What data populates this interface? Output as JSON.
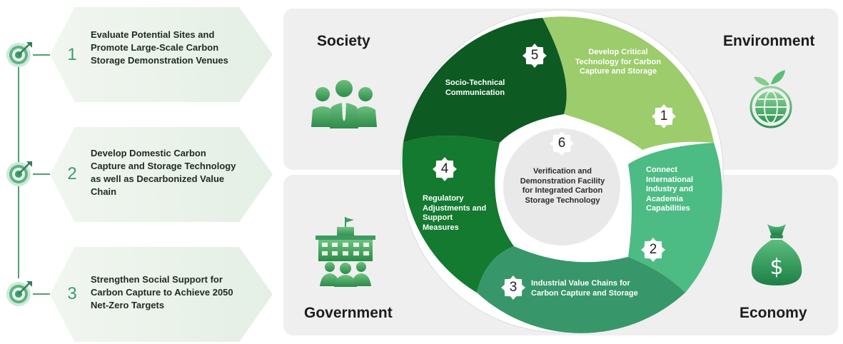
{
  "goals": [
    {
      "number": "1",
      "text": "Evaluate Potential Sites and Promote Large-Scale Carbon Storage Demonstration Venues"
    },
    {
      "number": "2",
      "text": "Develop Domestic Carbon Capture and Storage Technology as well as Decarbonized Value Chain"
    },
    {
      "number": "3",
      "text": "Strengthen Social Support for Carbon Capture to Achieve 2050 Net-Zero Targets"
    }
  ],
  "quadrants": {
    "society": "Society",
    "environment": "Environment",
    "government": "Government",
    "economy": "Economy"
  },
  "cycle": [
    {
      "number": "1",
      "text": "Develop Critical Technology for Carbon Capture and Storage"
    },
    {
      "number": "2",
      "text": "Connect International Industry and Academia Capabilities"
    },
    {
      "number": "3",
      "text": "Industrial Value Chains for Carbon Capture and Storage"
    },
    {
      "number": "4",
      "text": "Regulatory Adjustments and Support Measures"
    },
    {
      "number": "5",
      "text": "Socio-Technical Communication"
    }
  ],
  "center": {
    "number": "6",
    "text": "Verification and Demonstration Facility for Integrated Carbon Storage Technology"
  },
  "icons": {
    "goal": "target-icon",
    "society": "people-group-icon",
    "environment": "globe-leaf-icon",
    "government": "government-building-icon",
    "economy": "money-bag-icon"
  },
  "colors": {
    "segment1": "#9ccc6b",
    "segment2": "#4dbb84",
    "segment3": "#37976a",
    "segment4": "#137a2f",
    "segment5": "#0d5a23",
    "goal_accent": "#3d9b6f"
  }
}
